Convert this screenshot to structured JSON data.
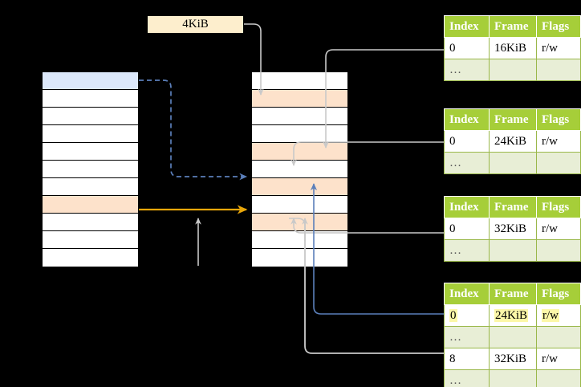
{
  "label": {
    "text": "4KiB"
  },
  "left_column": {
    "name": "virtual-address-space",
    "rows": [
      {
        "fill": "blue"
      },
      {
        "fill": "white"
      },
      {
        "fill": "white"
      },
      {
        "fill": "white"
      },
      {
        "fill": "white"
      },
      {
        "fill": "white"
      },
      {
        "fill": "white"
      },
      {
        "fill": "peach"
      },
      {
        "fill": "white"
      },
      {
        "fill": "white"
      },
      {
        "fill": "white"
      }
    ]
  },
  "middle_column": {
    "name": "physical-memory",
    "rows": [
      {
        "fill": "white"
      },
      {
        "fill": "peach"
      },
      {
        "fill": "white"
      },
      {
        "fill": "white"
      },
      {
        "fill": "peach"
      },
      {
        "fill": "white"
      },
      {
        "fill": "peach"
      },
      {
        "fill": "white"
      },
      {
        "fill": "peach"
      },
      {
        "fill": "white"
      },
      {
        "fill": "white"
      }
    ]
  },
  "tables": [
    {
      "id": "page-table-1",
      "headers": [
        "Index",
        "Frame",
        "Flags"
      ],
      "rows": [
        {
          "cells": [
            "0",
            "16KiB",
            "r/w"
          ],
          "alt": false,
          "highlight": [
            false,
            false,
            false
          ]
        },
        {
          "cells": [
            "…",
            "",
            ""
          ],
          "alt": true,
          "highlight": [
            false,
            false,
            false
          ]
        }
      ]
    },
    {
      "id": "page-table-2",
      "headers": [
        "Index",
        "Frame",
        "Flags"
      ],
      "rows": [
        {
          "cells": [
            "0",
            "24KiB",
            "r/w"
          ],
          "alt": false,
          "highlight": [
            false,
            false,
            false
          ]
        },
        {
          "cells": [
            "…",
            "",
            ""
          ],
          "alt": true,
          "highlight": [
            false,
            false,
            false
          ]
        }
      ]
    },
    {
      "id": "page-table-3",
      "headers": [
        "Index",
        "Frame",
        "Flags"
      ],
      "rows": [
        {
          "cells": [
            "0",
            "32KiB",
            "r/w"
          ],
          "alt": false,
          "highlight": [
            false,
            false,
            false
          ]
        },
        {
          "cells": [
            "…",
            "",
            ""
          ],
          "alt": true,
          "highlight": [
            false,
            false,
            false
          ]
        }
      ]
    },
    {
      "id": "page-table-4",
      "headers": [
        "Index",
        "Frame",
        "Flags"
      ],
      "rows": [
        {
          "cells": [
            "0",
            "24KiB",
            "r/w"
          ],
          "alt": false,
          "highlight": [
            true,
            true,
            true
          ]
        },
        {
          "cells": [
            "…",
            "",
            ""
          ],
          "alt": true,
          "highlight": [
            false,
            false,
            false
          ]
        },
        {
          "cells": [
            "8",
            "32KiB",
            "r/w"
          ],
          "alt": false,
          "highlight": [
            false,
            false,
            false
          ]
        },
        {
          "cells": [
            "…",
            "",
            ""
          ],
          "alt": true,
          "highlight": [
            false,
            false,
            false
          ]
        }
      ]
    }
  ],
  "colors": {
    "header_green": "#a6ce39",
    "alt_row_green": "#e8eed6",
    "highlight_yellow": "#fcf7a8",
    "peach": "#fde2cb",
    "blue_cell": "#dce8fa",
    "label_tan": "#fdeecd",
    "arrow_gray": "#c9c9c9",
    "arrow_blue": "#5b7fba",
    "arrow_orange": "#e8a60a",
    "background": "#000000"
  }
}
